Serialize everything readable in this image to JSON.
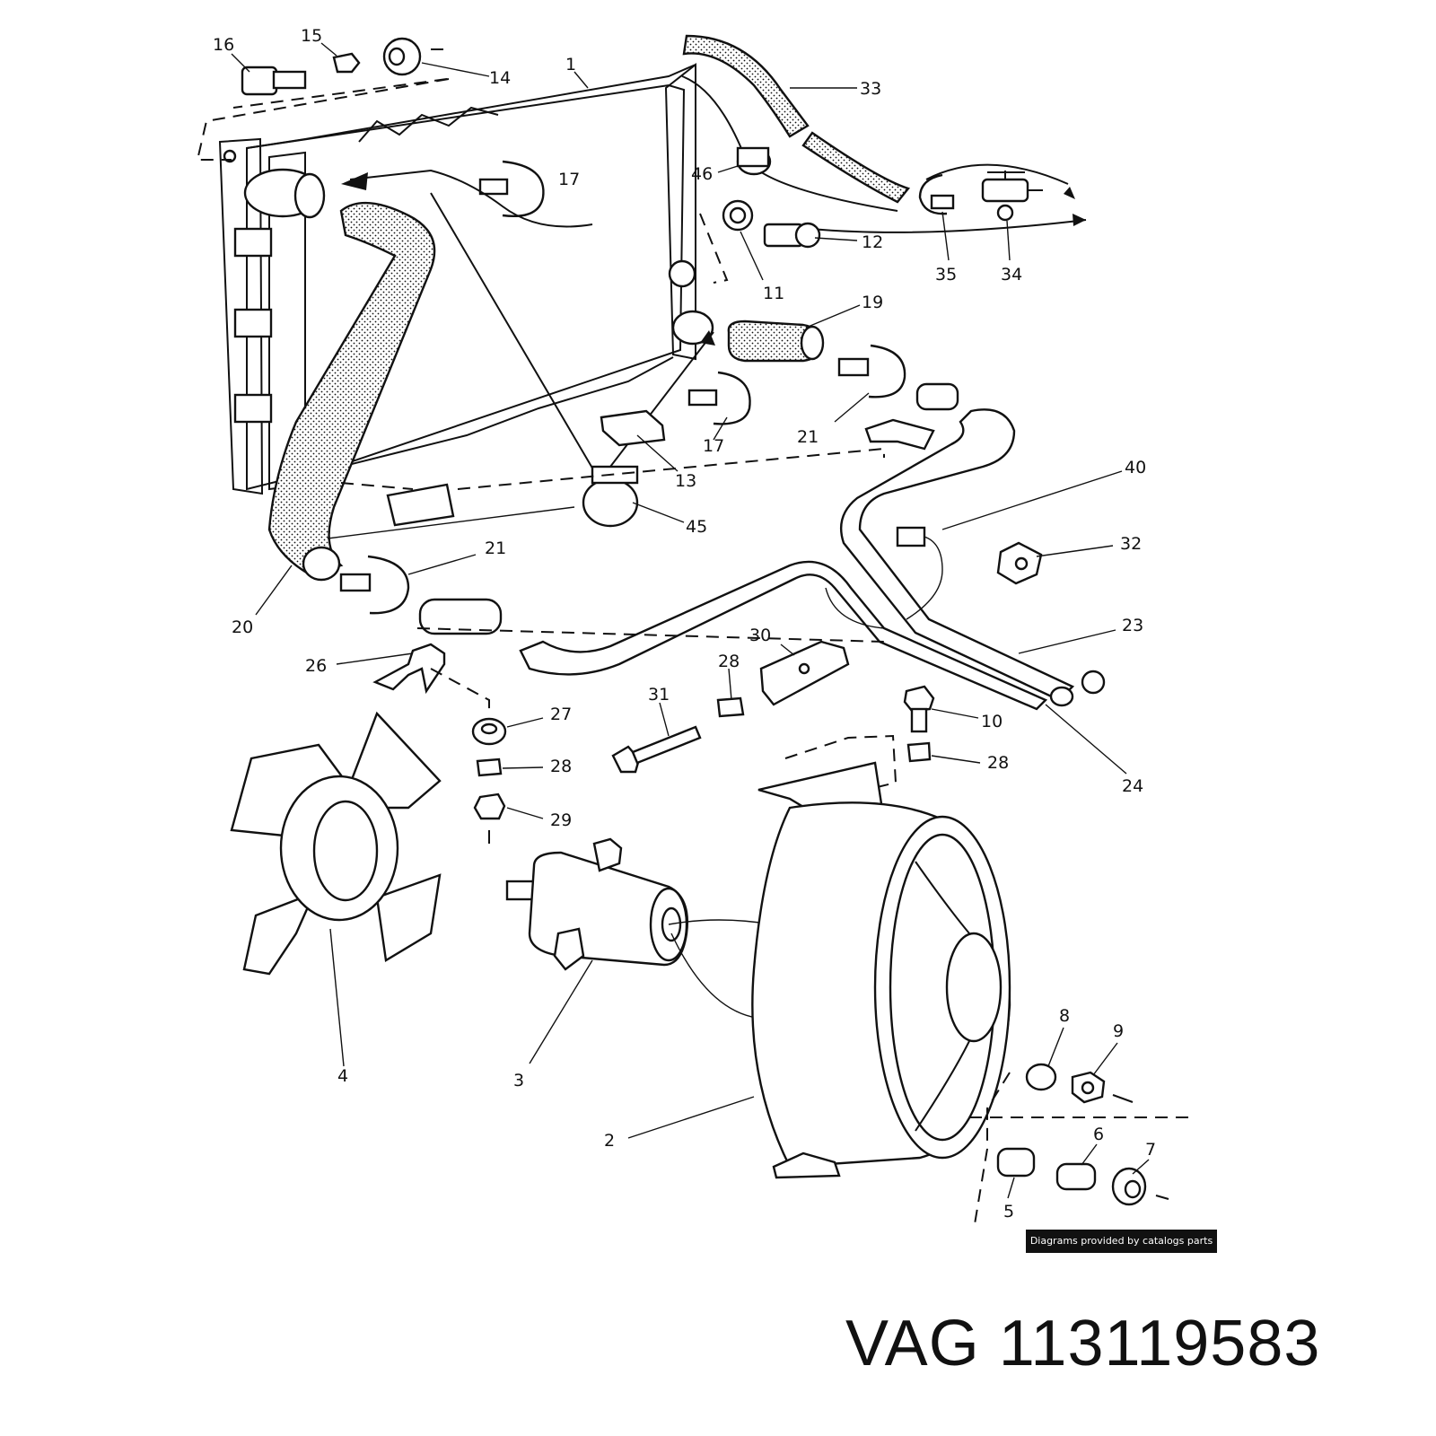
{
  "callouts": [
    {
      "id": "c1",
      "label": "1"
    },
    {
      "id": "c2",
      "label": "2"
    },
    {
      "id": "c3",
      "label": "3"
    },
    {
      "id": "c4",
      "label": "4"
    },
    {
      "id": "c5",
      "label": "5"
    },
    {
      "id": "c6",
      "label": "6"
    },
    {
      "id": "c7",
      "label": "7"
    },
    {
      "id": "c8",
      "label": "8"
    },
    {
      "id": "c9",
      "label": "9"
    },
    {
      "id": "c10",
      "label": "10"
    },
    {
      "id": "c11",
      "label": "11"
    },
    {
      "id": "c12",
      "label": "12"
    },
    {
      "id": "c13",
      "label": "13"
    },
    {
      "id": "c14",
      "label": "14"
    },
    {
      "id": "c15",
      "label": "15"
    },
    {
      "id": "c16",
      "label": "16"
    },
    {
      "id": "c17a",
      "label": "17"
    },
    {
      "id": "c17b",
      "label": "17"
    },
    {
      "id": "c19",
      "label": "19"
    },
    {
      "id": "c20",
      "label": "20"
    },
    {
      "id": "c21a",
      "label": "21"
    },
    {
      "id": "c21b",
      "label": "21"
    },
    {
      "id": "c23",
      "label": "23"
    },
    {
      "id": "c24",
      "label": "24"
    },
    {
      "id": "c26",
      "label": "26"
    },
    {
      "id": "c27",
      "label": "27"
    },
    {
      "id": "c28a",
      "label": "28"
    },
    {
      "id": "c28b",
      "label": "28"
    },
    {
      "id": "c28c",
      "label": "28"
    },
    {
      "id": "c29",
      "label": "29"
    },
    {
      "id": "c30",
      "label": "30"
    },
    {
      "id": "c31",
      "label": "31"
    },
    {
      "id": "c32",
      "label": "32"
    },
    {
      "id": "c33",
      "label": "33"
    },
    {
      "id": "c34",
      "label": "34"
    },
    {
      "id": "c35",
      "label": "35"
    },
    {
      "id": "c40",
      "label": "40"
    },
    {
      "id": "c45",
      "label": "45"
    },
    {
      "id": "c46",
      "label": "46"
    }
  ],
  "watermark": "Diagrams provided by catalogs parts",
  "brand": "VAG",
  "part_number": "113119583",
  "colors": {
    "ink": "#111111",
    "paper": "#ffffff"
  }
}
